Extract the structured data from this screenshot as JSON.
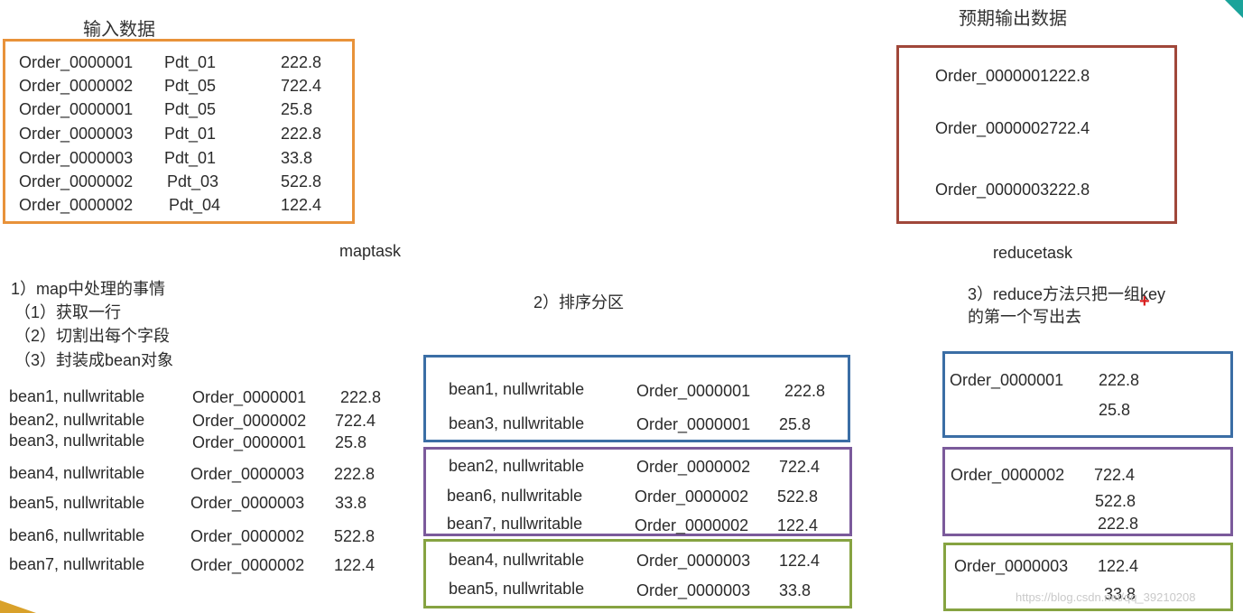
{
  "input": {
    "title": "输入数据",
    "rows": [
      [
        "Order_0000001",
        "Pdt_01",
        "222.8"
      ],
      [
        "Order_0000002",
        "Pdt_05",
        "722.4"
      ],
      [
        "Order_0000001",
        "Pdt_05",
        "25.8"
      ],
      [
        "Order_0000003",
        "Pdt_01",
        "222.8"
      ],
      [
        "Order_0000003",
        "Pdt_01",
        "33.8"
      ],
      [
        "Order_0000002",
        "Pdt_03",
        "522.8"
      ],
      [
        "Order_0000002",
        "Pdt_04",
        "122.4"
      ]
    ]
  },
  "expected": {
    "title": "预期输出数据",
    "rows": [
      "Order_0000001222.8",
      "Order_0000002722.4",
      "Order_0000003222.8"
    ]
  },
  "maptask": {
    "label": "maptask",
    "steps": [
      "1）map中处理的事情",
      "（1）获取一行",
      "（2）切割出每个字段",
      "（3）封装成bean对象"
    ],
    "beans": [
      [
        "bean1, nullwritable",
        "Order_0000001",
        "222.8"
      ],
      [
        "bean2, nullwritable",
        "Order_0000002",
        "722.4"
      ],
      [
        "bean3, nullwritable",
        "Order_0000001",
        "25.8"
      ],
      [
        "bean4, nullwritable",
        "Order_0000003",
        "222.8"
      ],
      [
        "bean5, nullwritable",
        "Order_0000003",
        "33.8"
      ],
      [
        "bean6, nullwritable",
        "Order_0000002",
        "522.8"
      ],
      [
        "bean7, nullwritable",
        "Order_0000002",
        "122.4"
      ]
    ]
  },
  "sort": {
    "label": "2）排序分区",
    "groups": [
      [
        [
          "bean1, nullwritable",
          "Order_0000001",
          "222.8"
        ],
        [
          "bean3, nullwritable",
          "Order_0000001",
          "25.8"
        ]
      ],
      [
        [
          "bean2, nullwritable",
          "Order_0000002",
          "722.4"
        ],
        [
          "bean6, nullwritable",
          "Order_0000002",
          "522.8"
        ],
        [
          "bean7, nullwritable",
          "Order_0000002",
          "122.4"
        ]
      ],
      [
        [
          "bean4, nullwritable",
          "Order_0000003",
          "122.4"
        ],
        [
          "bean5, nullwritable",
          "Order_0000003",
          "33.8"
        ]
      ]
    ]
  },
  "reducetask": {
    "label": "reducetask",
    "desc_line1": "3）reduce方法只把一组key",
    "desc_line2": "的第一个写出去",
    "plus": "+",
    "groups": [
      {
        "order": "Order_0000001",
        "values": [
          "222.8",
          "25.8"
        ]
      },
      {
        "order": "Order_0000002",
        "values": [
          "722.4",
          "522.8",
          "222.8"
        ]
      },
      {
        "order": "Order_0000003",
        "values": [
          "122.4",
          "33.8"
        ]
      }
    ]
  },
  "watermark": "https://blog.csdn.net/qq_39210208"
}
